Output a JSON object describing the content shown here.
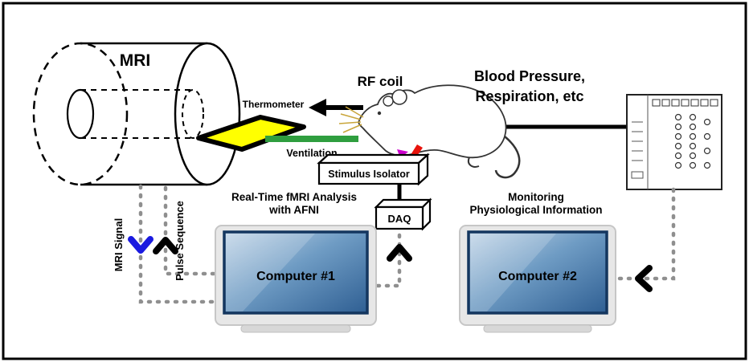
{
  "labels": {
    "mri": "MRI",
    "thermometer": "Thermometer",
    "rf_coil": "RF coil",
    "ventilation": "Ventilation",
    "blood_pressure_line1": "Blood Pressure,",
    "blood_pressure_line2": "Respiration, etc",
    "stimulus_isolator": "Stimulus Isolator",
    "daq": "DAQ",
    "mri_signal": "MRI Signal",
    "pulse_sequence": "Pulse Sequence"
  },
  "computer1": {
    "caption_line1": "Real-Time fMRI Analysis",
    "caption_line2": "with AFNI",
    "label": "Computer #1"
  },
  "computer2": {
    "caption_line1": "Monitoring",
    "caption_line2": "Physiological Information",
    "label": "Computer #2"
  },
  "colors": {
    "mri_signal_blue": "#1a1ae0",
    "ventilation_green": "#2f9e3f",
    "thermometer_yellow": "#ffff00",
    "stimulus_bolt_red": "#e8130c",
    "electrode_magenta": "#cc00cc",
    "connector_gray": "#8f8f8f",
    "screen_dark_blue": "#2f5f93",
    "screen_light_blue": "#c3d6e8"
  }
}
